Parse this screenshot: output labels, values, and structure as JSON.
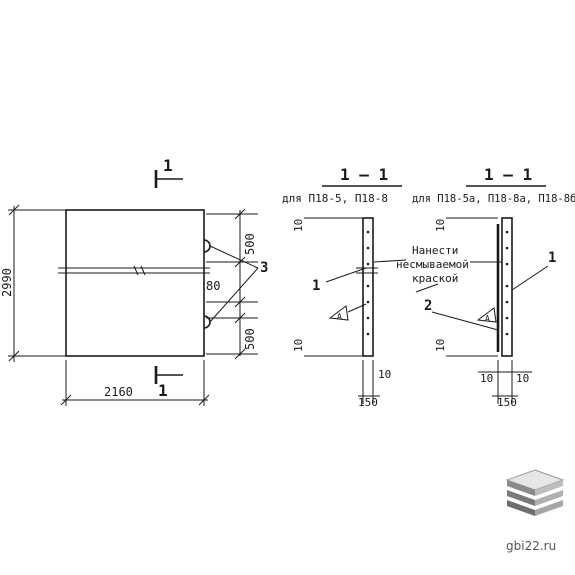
{
  "plan": {
    "section_mark": "1",
    "dim_height": "2990",
    "dim_width": "2160",
    "dim_top_gap": "500",
    "dim_mid_gap": "80",
    "dim_bottom_gap": "500",
    "callout": "3"
  },
  "section_a": {
    "title": "1 — 1",
    "subtitle": "для П18-5, П18-8",
    "dim_top": "10",
    "dim_bottom": "10",
    "dim_right": "10",
    "dim_width": "150",
    "callout": "1",
    "marker": "А"
  },
  "section_b": {
    "title": "1 — 1",
    "subtitle": "для П18-5а, П18-8а, П18-8б",
    "dim_top": "10",
    "dim_bottom": "10",
    "dim_left": "10",
    "dim_right": "10",
    "dim_width": "150",
    "callout_1": "1",
    "callout_2": "2",
    "marker": "А"
  },
  "note": {
    "line1": "Нанести",
    "line2": "несмываемой",
    "line3": "краской"
  },
  "brand": {
    "site": "gbi22.ru",
    "logo_name": "layered-slabs-logo"
  },
  "colors": {
    "ink": "#1a1a1a",
    "logo_dark": "#6e6e6e",
    "logo_light": "#d4d4d4"
  }
}
